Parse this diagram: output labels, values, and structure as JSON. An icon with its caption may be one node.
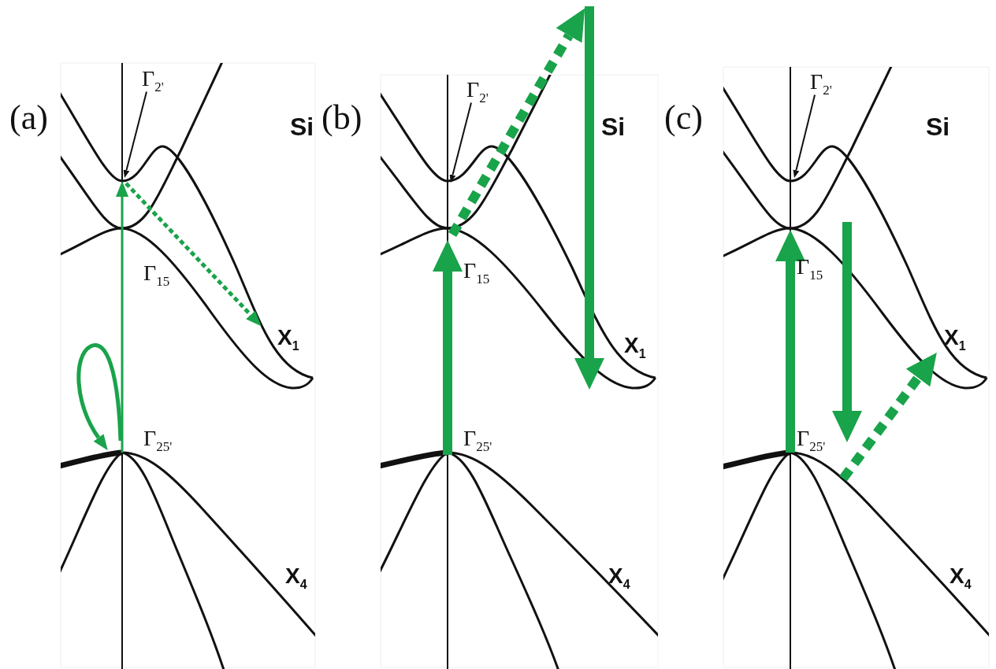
{
  "diagram": {
    "nodes": [
      {
        "text": [
          "Γ$_{2'}$"
        ]
      },
      {
        "text": [
          "Γ$_{2'}$"
        ]
      },
      {
        "text": [
          "Γ$_{2'}$"
        ]
      }
    ],
    "edges": [
      {
        "from": 0,
        "to": null,
        "arrow": "to"
      },
      {
        "from": 1,
        "to": null,
        "arrow": "to"
      },
      {
        "from": 2,
        "to": null,
        "arrow": "to"
      }
    ],
    "labels": [
      "(a)",
      "Si",
      "Γ$_{15}$",
      "X$_{1}$",
      "Γ$_{25'}$",
      "X$_{4}$",
      "(b)",
      "Si",
      "Γ$_{15}$",
      "X$_{1}$",
      "Γ$_{25'}$",
      "X$_{4}$",
      "(c)",
      "Si",
      "Γ$_{15}$",
      "X$_{1}$",
      "Γ$_{25'}$",
      "X$_{4}$"
    ]
  }
}
